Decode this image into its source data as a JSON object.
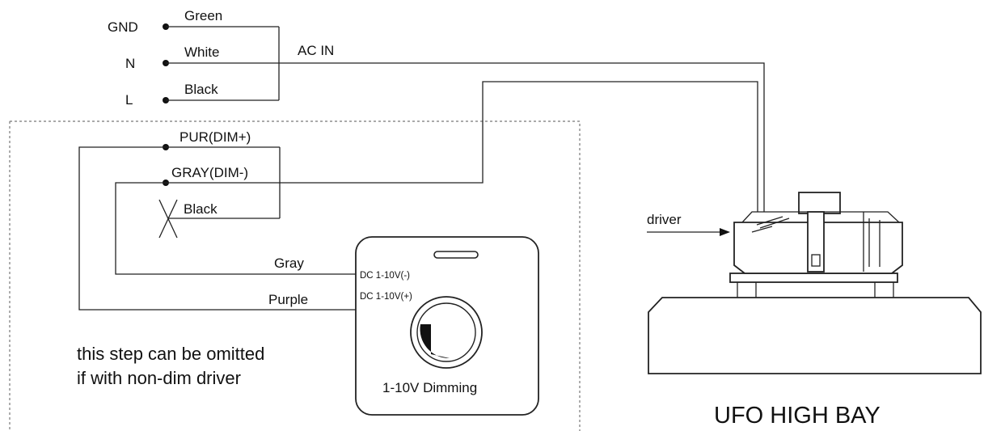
{
  "ac_input": {
    "terminals": [
      {
        "pin": "GND",
        "wire": "Green"
      },
      {
        "pin": "N",
        "wire": "White"
      },
      {
        "pin": "L",
        "wire": "Black"
      }
    ],
    "bundle_label": "AC IN"
  },
  "dimming_leads": {
    "pur": "PUR(DIM+)",
    "gray": "GRAY(DIM-)",
    "black": "Black"
  },
  "dimmer": {
    "wire_gray": "Gray",
    "wire_purple": "Purple",
    "term_minus": "DC 1-10V(-)",
    "term_plus": "DC 1-10V(+)",
    "title": "1-10V Dimming"
  },
  "note": {
    "line1": "this step can be omitted",
    "line2": "if with non-dim driver"
  },
  "fixture": {
    "driver_label": "driver",
    "title": "UFO HIGH BAY"
  }
}
